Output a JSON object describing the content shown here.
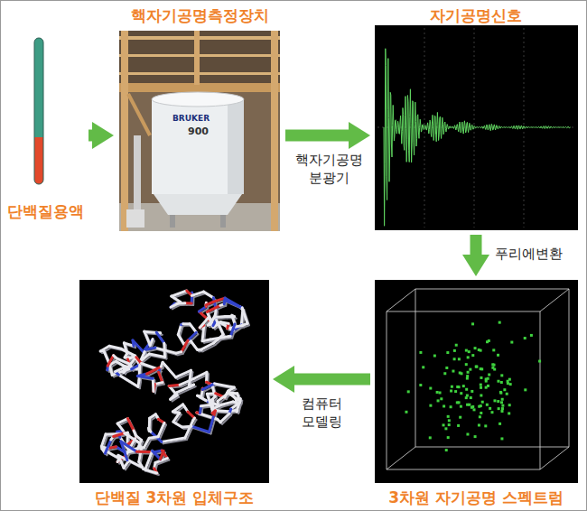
{
  "diagram": {
    "nodes": [
      {
        "text": [
          "단백질용액"
        ]
      },
      {
        "text": [
          "핵자기공명측정장치"
        ]
      },
      {
        "text": [
          "자기공명신호"
        ]
      },
      {
        "text": [
          "3차원 자기공명 스펙트럼"
        ]
      },
      {
        "text": [
          "단백질 3차원 입체구조"
        ]
      }
    ],
    "edges": [
      {
        "from": 0,
        "to": 1,
        "arrow": "to"
      },
      {
        "from": 1,
        "to": 2,
        "label": "핵자기공명 분광기",
        "arrow": "to"
      },
      {
        "from": 2,
        "to": 3,
        "label": "푸리에변환",
        "arrow": "to"
      },
      {
        "from": 3,
        "to": 4,
        "label": "컴퓨터 모델링",
        "arrow": "to"
      }
    ],
    "labels": [
      "BRUKER",
      "900"
    ]
  }
}
